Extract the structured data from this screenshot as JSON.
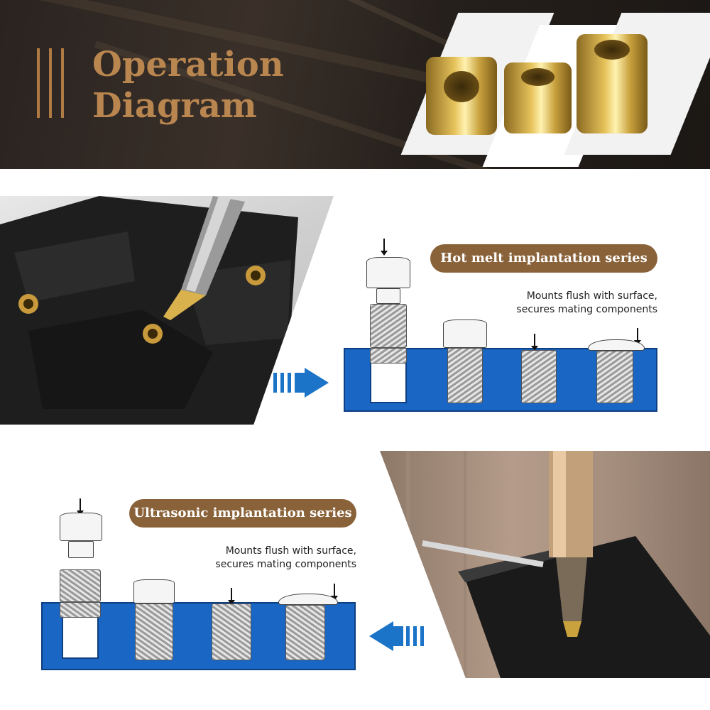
{
  "header": {
    "title_line1": "Operation",
    "title_line2": "Diagram"
  },
  "hot_melt": {
    "label": "Hot melt implantation series",
    "desc_line1": "Mounts flush with surface,",
    "desc_line2": "secures mating components"
  },
  "ultrasonic": {
    "label": "Ultrasonic implantation series",
    "desc_line1": "Mounts flush with surface,",
    "desc_line2": "secures mating components"
  },
  "colors": {
    "brand_gold": "#b98650",
    "pill_brown": "#8a6239",
    "diagram_blue": "#1a66c4",
    "arrow_blue": "#1c74c8"
  }
}
